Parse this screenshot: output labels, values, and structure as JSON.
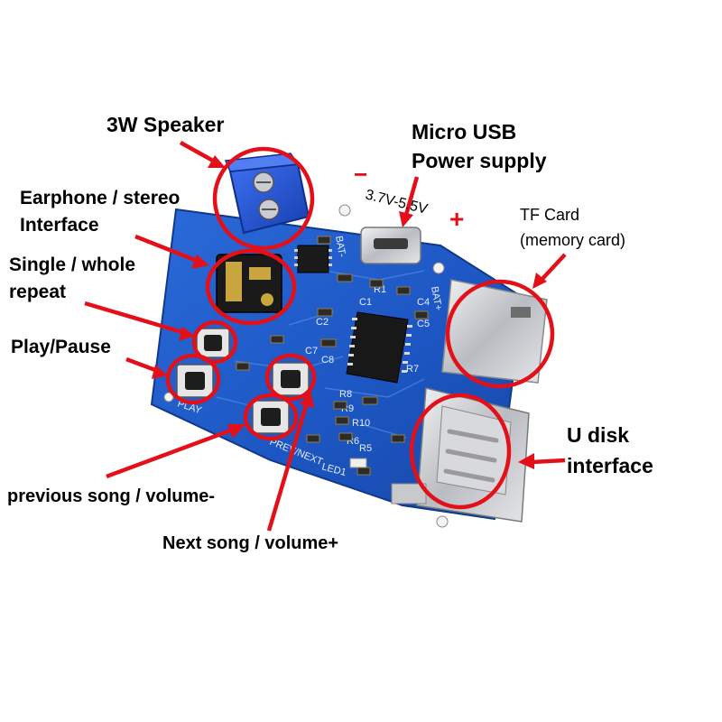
{
  "labels": {
    "speaker": "3W Speaker",
    "usb_line1": "Micro USB",
    "usb_line2": "Power supply",
    "earphone_line1": "Earphone / stereo",
    "earphone_line2": "Interface",
    "repeat_line1": "Single / whole",
    "repeat_line2": "repeat",
    "play_pause": "Play/Pause",
    "tf_line1": "TF Card",
    "tf_line2": "(memory card)",
    "udisk_line1": "U disk",
    "udisk_line2": "interface",
    "previous": "previous song / volume-",
    "next": "Next song / volume+",
    "voltage": "3.7V-5.5V",
    "minus": "−",
    "plus": "+"
  },
  "silkscreen": {
    "bat_minus": "BAT-",
    "bat_plus": "BAT+",
    "r1": "R1",
    "r5": "R5",
    "r6": "R6",
    "r7": "R7",
    "r8": "R8",
    "r9": "R9",
    "r10": "R10",
    "c1": "C1",
    "c2": "C2",
    "c4": "C4",
    "c5": "C5",
    "c7": "C7",
    "c8": "C8",
    "led1": "LED1",
    "play": "PLAY",
    "prev_next": "PREV/NEXT"
  },
  "colors": {
    "annotation": "#e3101a",
    "pcb": "#1d57c4",
    "terminal": "#1f4fd0",
    "label": "#000000"
  }
}
